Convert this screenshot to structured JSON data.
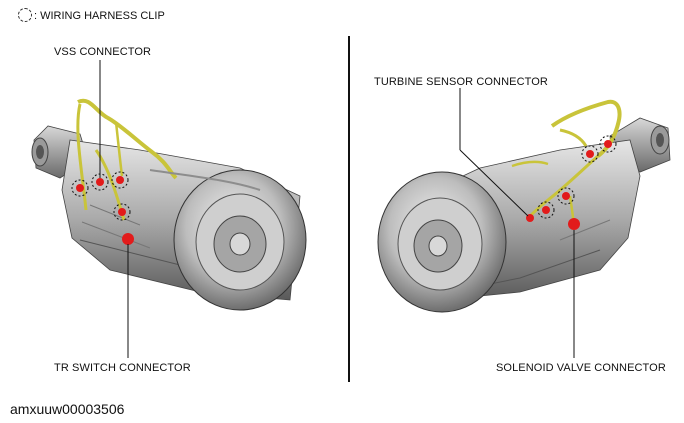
{
  "legend": {
    "icon": "dashed-circle-icon",
    "label": ": WIRING HARNESS CLIP"
  },
  "labels": {
    "vss": "VSS CONNECTOR",
    "tr_switch": "TR SWITCH CONNECTOR",
    "turbine": "TURBINE SENSOR CONNECTOR",
    "solenoid": "SOLENOID VALVE CONNECTOR"
  },
  "document_id": "amxuuw00003506",
  "colors": {
    "connector": "#e21b1b",
    "harness": "#c9c43a",
    "body": "#b8b8b8",
    "line": "#111111"
  }
}
